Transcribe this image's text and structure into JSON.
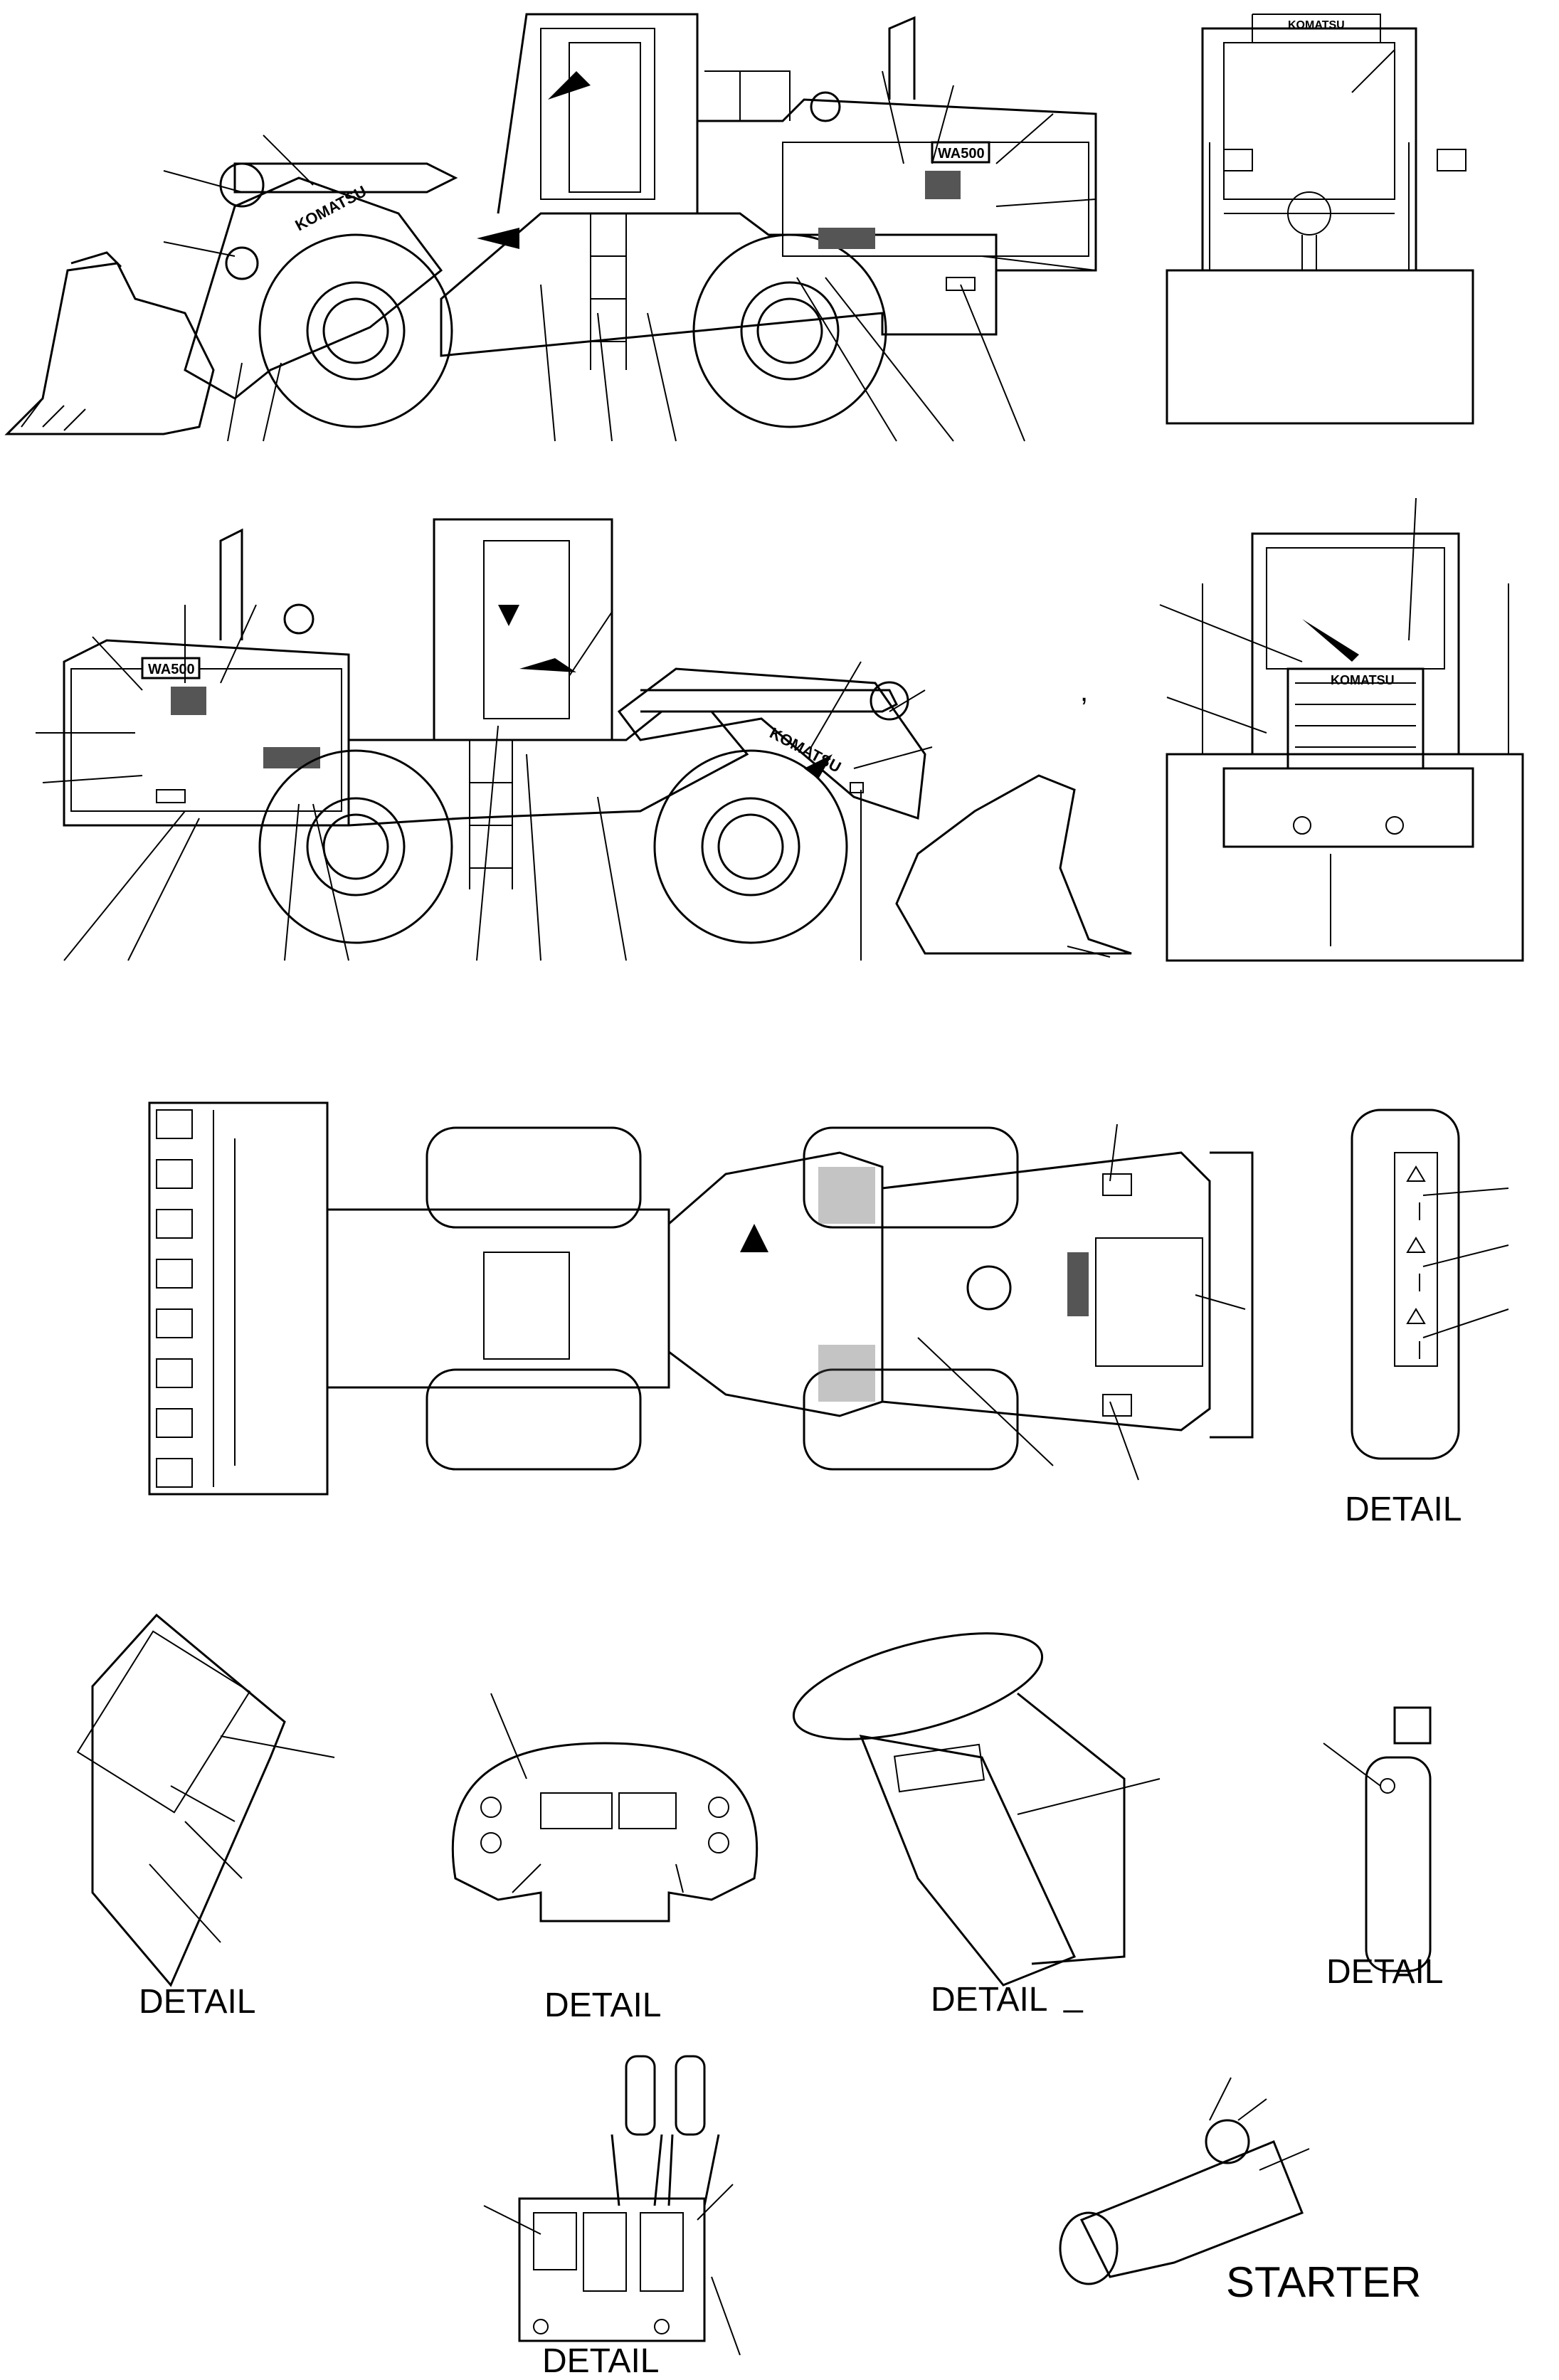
{
  "views": {
    "side_left_model_badge": "WA500",
    "side_right_model_badge": "WA500",
    "brand_text": "KOMATSU",
    "stray_mark": ","
  },
  "captions": {
    "detail_1": "DETAIL",
    "detail_2": "DETAIL",
    "detail_3": "DETAIL",
    "detail_4": "DETAIL",
    "detail_5": "DETAIL",
    "detail_6": "DETAIL",
    "detail_3_suffix": "_",
    "starter": "STARTER"
  }
}
